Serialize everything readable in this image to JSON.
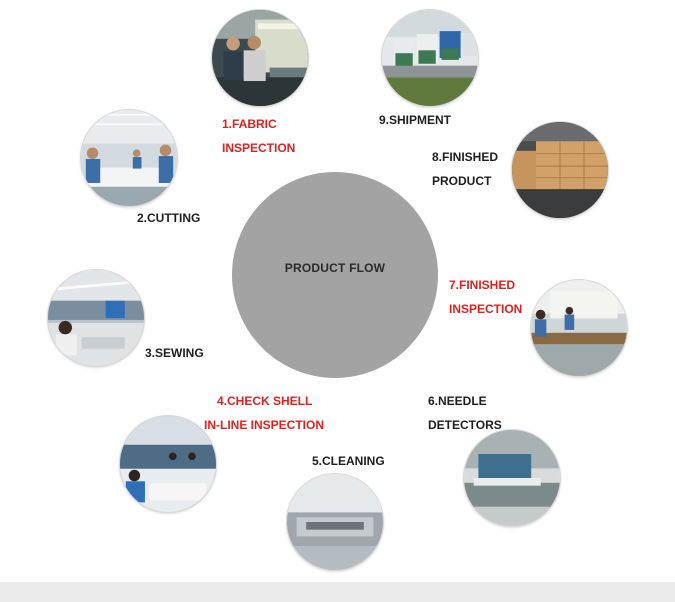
{
  "center": {
    "label": "PRODUCT FLOW"
  },
  "steps": [
    {
      "lines": [
        "1.FABRIC",
        "INSPECTION"
      ],
      "icon": "fabric-inspection-photo",
      "color": "#e02020"
    },
    {
      "lines": [
        "2.CUTTING"
      ],
      "icon": "cutting-photo",
      "color": "#1e1e1e"
    },
    {
      "lines": [
        "3.SEWING"
      ],
      "icon": "sewing-photo",
      "color": "#1e1e1e"
    },
    {
      "lines": [
        "4.CHECK SHELL",
        "IN-LINE INSPECTION"
      ],
      "icon": "inline-inspection-photo",
      "color": "#e02020"
    },
    {
      "lines": [
        "5.CLEANING"
      ],
      "icon": "cleaning-photo",
      "color": "#1e1e1e"
    },
    {
      "lines": [
        "6.NEEDLE",
        "DETECTORS"
      ],
      "icon": "needle-detector-photo",
      "color": "#1e1e1e"
    },
    {
      "lines": [
        "7.FINISHED",
        "INSPECTION"
      ],
      "icon": "finished-inspection-photo",
      "color": "#e02020"
    },
    {
      "lines": [
        "8.FINISHED",
        "PRODUCT"
      ],
      "icon": "finished-product-photo",
      "color": "#1e1e1e"
    },
    {
      "lines": [
        "9.SHIPMENT"
      ],
      "icon": "shipment-photo",
      "color": "#1e1e1e"
    }
  ]
}
